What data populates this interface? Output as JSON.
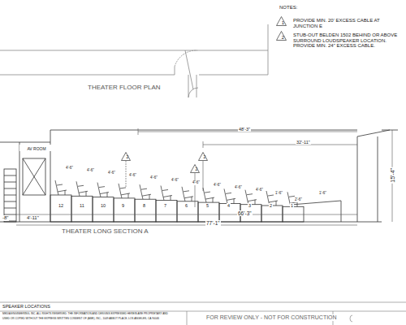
{
  "diagram": {
    "nodes": [
      {
        "text": [
          "1"
        ]
      },
      {
        "text": [
          "2"
        ]
      },
      {
        "text": [
          "AV ROOM"
        ]
      },
      {
        "text": [
          "2"
        ]
      },
      {
        "text": [
          "2"
        ]
      },
      {
        "text": [
          "2"
        ]
      }
    ],
    "labels": [
      "NOTES:",
      "PROVIDE MIN. 20' EXCESS CABLE AT JUNCTION E",
      "STUB-OUT BELDEN 1502 BEHIND OR ABOVE SURROUND LOUDSPEAKER LOCATION. PROVIDE MIN. 24\" EXCESS CABLE.",
      "THEATER FLOOR PLAN",
      "48'-3\"",
      "32'-11\"",
      "15'-4\"",
      "66'-3\"",
      "77'-1\"",
      "4'-11\"",
      "-8\"",
      "12",
      "11",
      "10",
      "9",
      "8",
      "7",
      "6",
      "5",
      "4",
      "3",
      "2",
      "1",
      "4'-6\"",
      "4'-6\"",
      "4'-6\"",
      "4'-6\"",
      "4'-6\"",
      "4'-6\"",
      "4'-6\"",
      "4'-6\"",
      "4'-6\"",
      "4'-6\"",
      "1'-6\"",
      "2'-6\"",
      "1'-6\"",
      "THEATER LONG SECTION A",
      "SPEAKER LOCATIONS",
      "MEDIA ENGINEERING, INC. ALL RIGHTS RESERVED. THE INFORMATION AND DESIGNS EXPRESSED HEREIN ARE PROPRIETARY AND",
      "USED OR COPIED WITHOUT THE EXPRESS WRITTEN CONSENT OF (AME), INC., 1049 ABBOT PLACE, LOS ANGELES, CA 90046",
      "FOR REVIEW ONLY - NOT FOR CONSTRUCTION"
    ]
  }
}
